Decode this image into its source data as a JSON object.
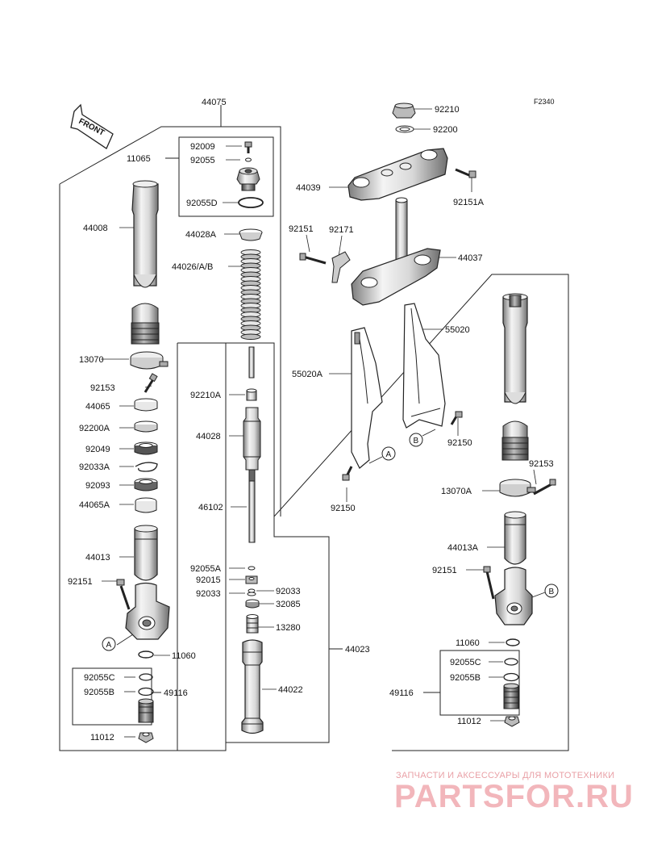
{
  "figure_code": "F2340",
  "front_label": "FRONT",
  "callouts": {
    "a": "A",
    "b": "B"
  },
  "labels": {
    "p44075": "44075",
    "p11065": "11065",
    "p92009": "92009",
    "p92055": "92055",
    "p92055d": "92055D",
    "p44008": "44008",
    "p44028a": "44028A",
    "p44026ab": "44026/A/B",
    "p13070": "13070",
    "p92153l": "92153",
    "p44065": "44065",
    "p92200a": "92200A",
    "p92049": "92049",
    "p92033a": "92033A",
    "p92093": "92093",
    "p44065a": "44065A",
    "p44013": "44013",
    "p92151l": "92151",
    "p11060l": "11060",
    "p92055cl": "92055C",
    "p92055bl": "92055B",
    "p49116l": "49116",
    "p11012l": "11012",
    "p92210a": "92210A",
    "p44028": "44028",
    "p46102": "46102",
    "p92055a": "92055A",
    "p92015": "92015",
    "p92033l": "92033",
    "p92033r": "92033",
    "p32085": "32085",
    "p13280": "13280",
    "p44023": "44023",
    "p44022": "44022",
    "p92210": "92210",
    "p92200": "92200",
    "p44039": "44039",
    "p92151a": "92151A",
    "p92151m": "92151",
    "p92171": "92171",
    "p44037": "44037",
    "p55020": "55020",
    "p55020a": "55020A",
    "p92150r": "92150",
    "p92150l": "92150",
    "p92153r": "92153",
    "p13070a": "13070A",
    "p44013a": "44013A",
    "p92151r": "92151",
    "p11060r": "11060",
    "p92055cr": "92055C",
    "p92055br": "92055B",
    "p49116r": "49116",
    "p11012r": "11012"
  },
  "watermark": {
    "subtitle": "ЗАПЧАСТИ И АКСЕССУАРЫ ДЛЯ МОТОТЕХНИКИ",
    "brand": "PARTSFOR.RU"
  },
  "colors": {
    "line": "#222222",
    "part_fill": "#ffffff",
    "part_shade": "#9a9a9a",
    "watermark": "#f2b6bb"
  }
}
